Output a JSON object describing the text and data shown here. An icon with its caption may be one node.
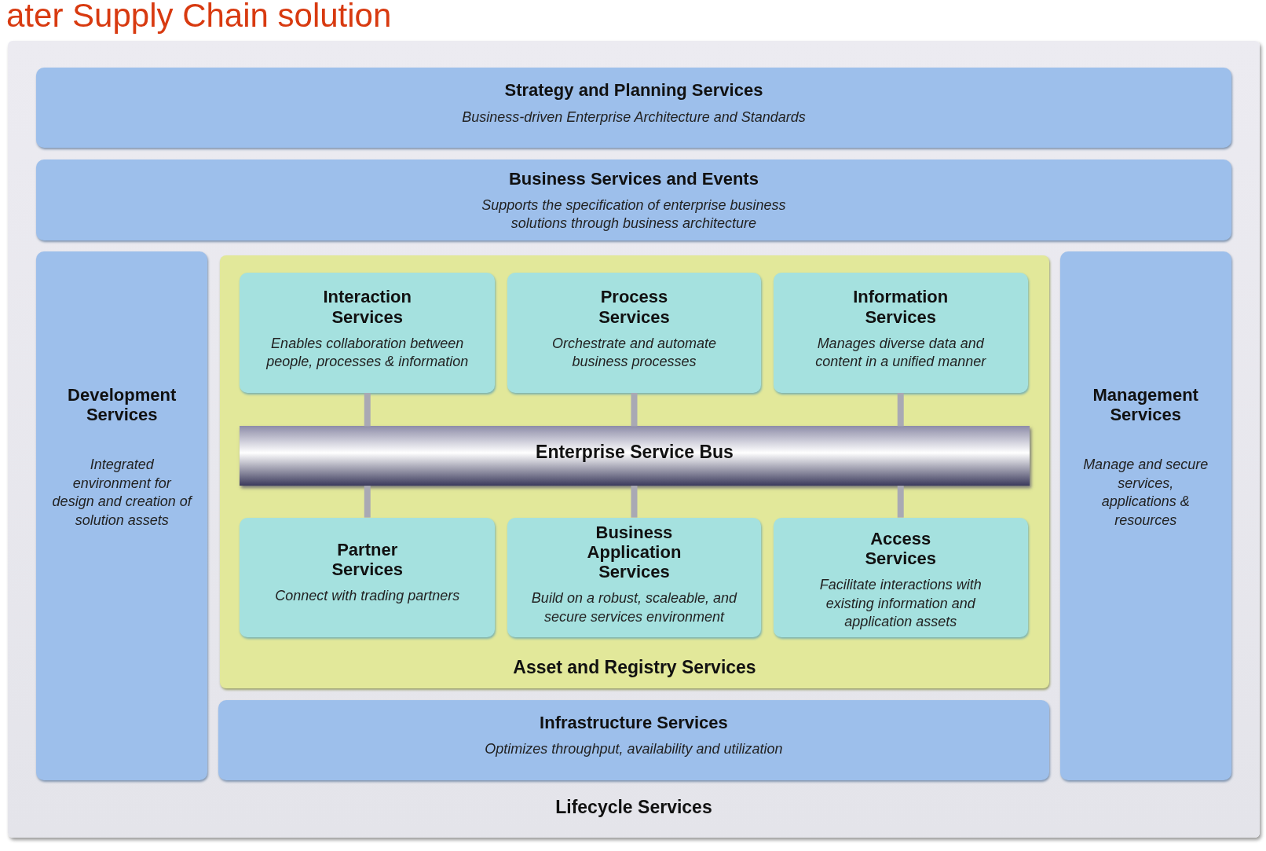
{
  "diagram": {
    "title": "ater Supply Chain solution",
    "nodes": [
      {
        "text": [
          "Lifecycle Services"
        ]
      },
      {
        "text": [
          "Strategy and Planning Services",
          "Business-driven Enterprise Architecture and Standards"
        ],
        "in": 0
      },
      {
        "text": [
          "Business Services and Events",
          "Supports the specification of enterprise business solutions through business architecture"
        ],
        "in": 0
      },
      {
        "text": [
          "Development Services",
          "Integrated environment for design and creation of solution assets"
        ],
        "in": 0
      },
      {
        "text": [
          "Asset and Registry Services"
        ],
        "in": 0
      },
      {
        "text": [
          "Interaction Services",
          "Enables collaboration between people, processes & information"
        ],
        "in": 4
      },
      {
        "text": [
          "Process Services",
          "Orchestrate and automate business processes"
        ],
        "in": 4
      },
      {
        "text": [
          "Information Services",
          "Manages diverse data and content in a unified manner"
        ],
        "in": 4
      },
      {
        "text": [
          "Enterprise Service Bus"
        ],
        "in": 4
      },
      {
        "text": [
          "Partner Services",
          "Connect with trading partners"
        ],
        "in": 4
      },
      {
        "text": [
          "Business Application Services",
          "Build on a robust, scaleable, and secure services environment"
        ],
        "in": 4
      },
      {
        "text": [
          "Access Services",
          "Facilitate interactions with existing information and application assets"
        ],
        "in": 4
      },
      {
        "text": [
          "Infrastructure Services",
          "Optimizes throughput, availability and utilization"
        ],
        "in": 0
      },
      {
        "text": [
          "Management Services",
          "Manage and secure services, applications & resources"
        ],
        "in": 0
      }
    ],
    "edges": [
      {
        "from": 5,
        "to": 8,
        "arrow": "none"
      },
      {
        "from": 6,
        "to": 8,
        "arrow": "none"
      },
      {
        "from": 7,
        "to": 8,
        "arrow": "none"
      },
      {
        "from": 8,
        "to": 9,
        "arrow": "none"
      },
      {
        "from": 8,
        "to": 10,
        "arrow": "none"
      },
      {
        "from": 8,
        "to": 11,
        "arrow": "none"
      }
    ]
  }
}
